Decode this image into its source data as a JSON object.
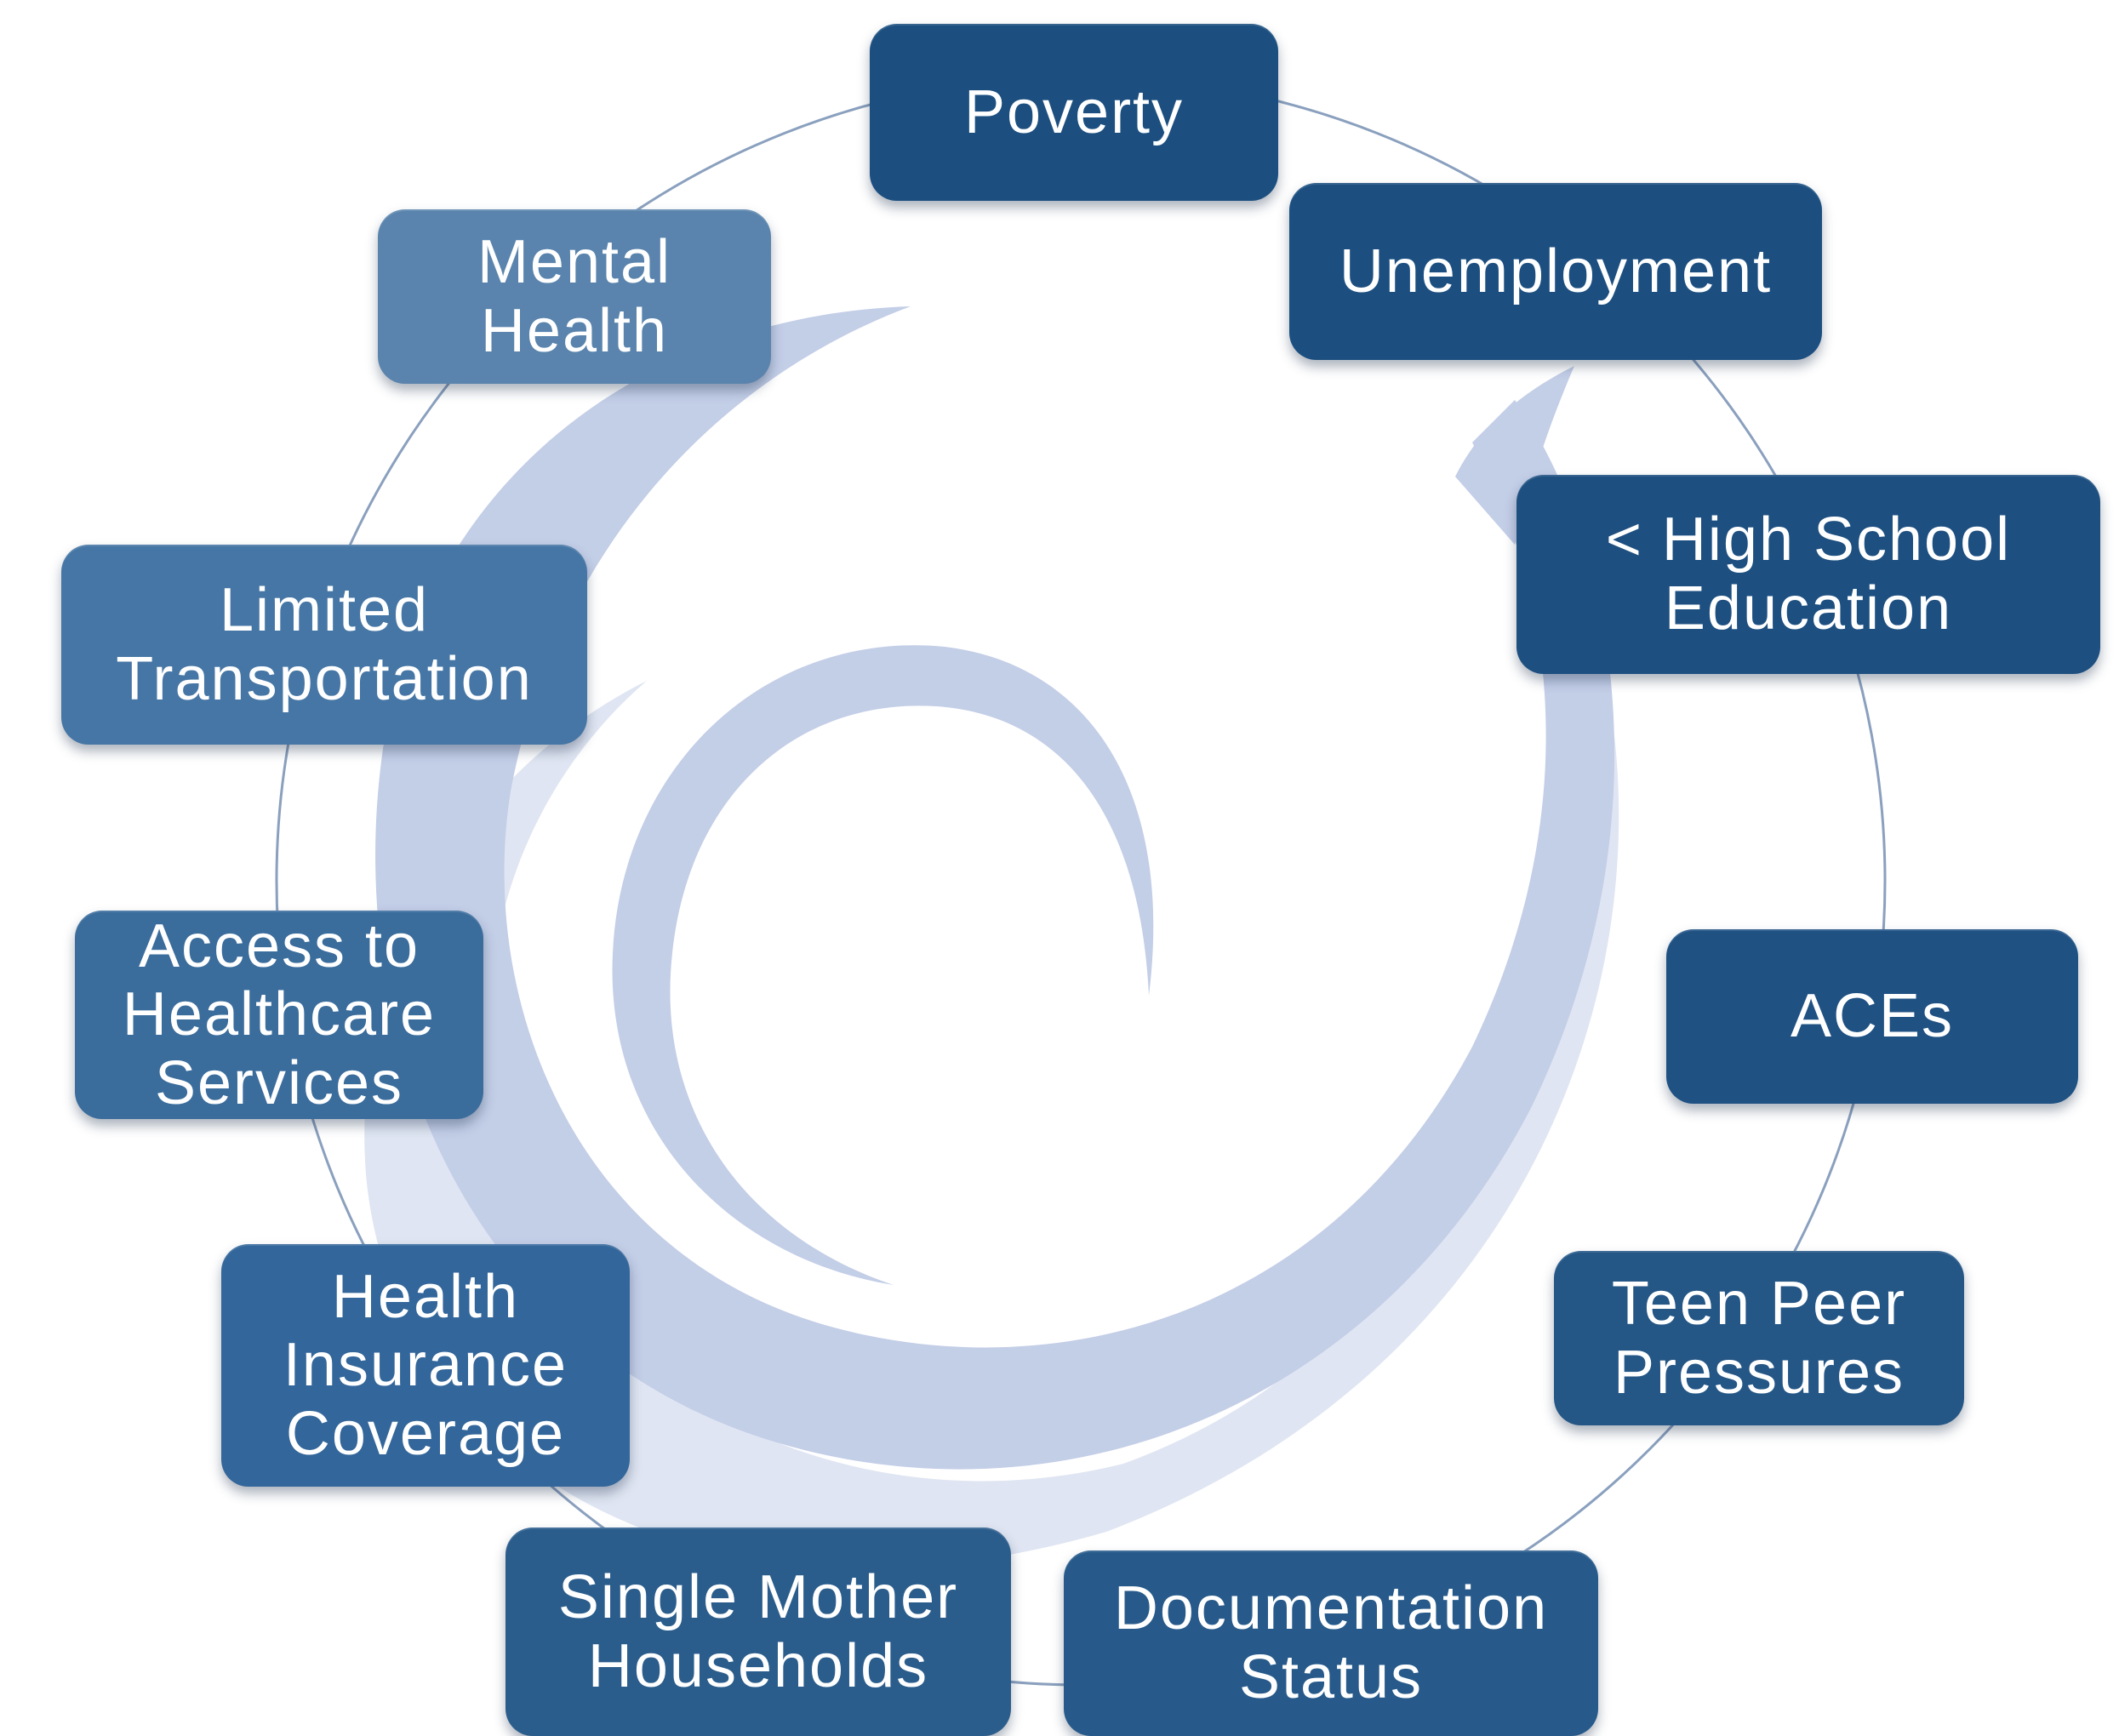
{
  "diagram": {
    "nodes": [
      {
        "id": "poverty",
        "label": "Poverty",
        "color": "#1c4f80"
      },
      {
        "id": "unemployment",
        "label": "Unemployment",
        "color": "#1c4f80"
      },
      {
        "id": "high-school",
        "label": "< High School\nEducation",
        "color": "#1d4f80"
      },
      {
        "id": "aces",
        "label": "ACEs",
        "color": "#1f5183"
      },
      {
        "id": "teen-peer",
        "label": "Teen Peer\nPressures",
        "color": "#245686"
      },
      {
        "id": "documentation",
        "label": "Documentation\nStatus",
        "color": "#275a8a"
      },
      {
        "id": "single-mother",
        "label": "Single Mother\nHouseholds",
        "color": "#2b5d8c"
      },
      {
        "id": "health-insurance",
        "label": "Health\nInsurance\nCoverage",
        "color": "#33669a"
      },
      {
        "id": "access-healthcare",
        "label": "Access to\nHealthcare\nServices",
        "color": "#3a6c9c"
      },
      {
        "id": "transportation",
        "label": "Limited\nTransportation",
        "color": "#4676a5"
      },
      {
        "id": "mental-health",
        "label": "Mental\nHealth",
        "color": "#5a84ad"
      }
    ]
  },
  "colors": {
    "ring_line": "#8aa0be",
    "swirl": "#c3cee7",
    "swirl_light": "#dfe5f2"
  }
}
